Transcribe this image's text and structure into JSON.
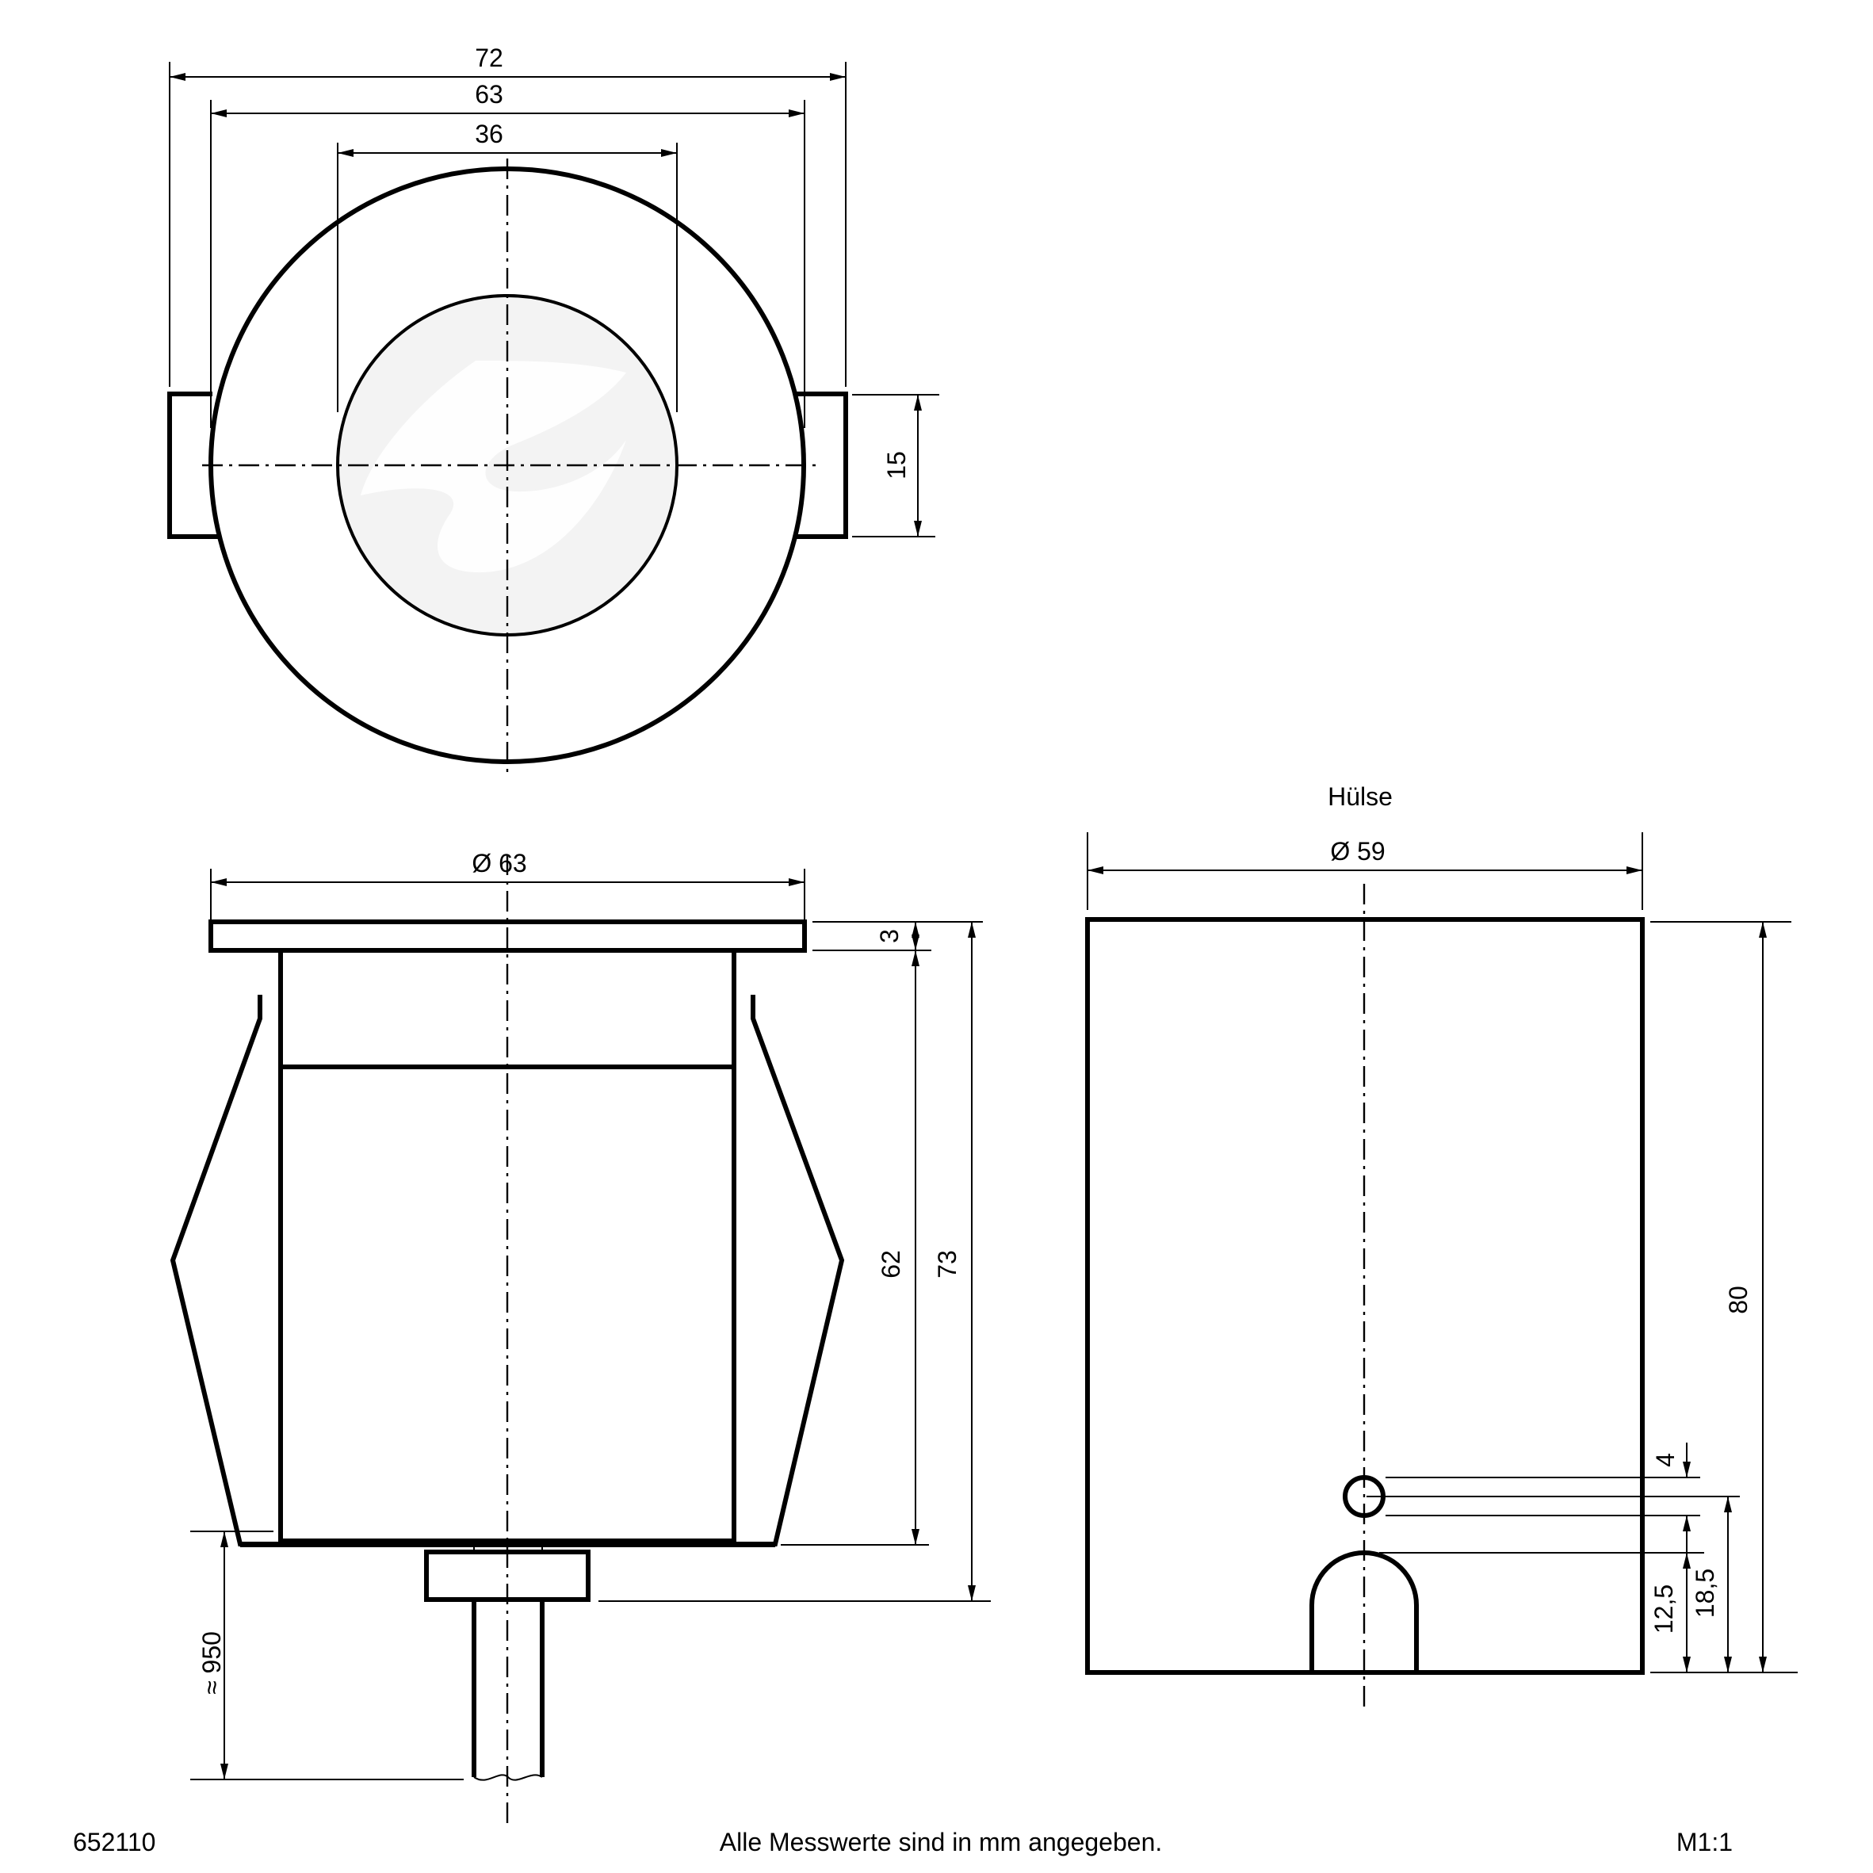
{
  "top_view": {
    "dim_outer_width": "72",
    "dim_housing_diameter": "63",
    "dim_lens_diameter": "36",
    "dim_clip_height": "15"
  },
  "side_view": {
    "dim_flange_diameter": "Ø 63",
    "dim_flange_thickness": "3",
    "dim_body_height": "62",
    "dim_total_height": "73",
    "dim_cable_length": "≈ 950"
  },
  "sleeve_view": {
    "title": "Hülse",
    "dim_diameter": "Ø 59",
    "dim_height": "80",
    "dim_hole": "4",
    "dim_slot_height": "12,5",
    "dim_hole_center": "18,5"
  },
  "footer": {
    "article_number": "652110",
    "note": "Alle Messwerte sind in mm angegeben.",
    "scale": "M1:1"
  },
  "colors": {
    "line": "#000000",
    "background": "#ffffff",
    "lens_fill": "#f3f3f3"
  }
}
